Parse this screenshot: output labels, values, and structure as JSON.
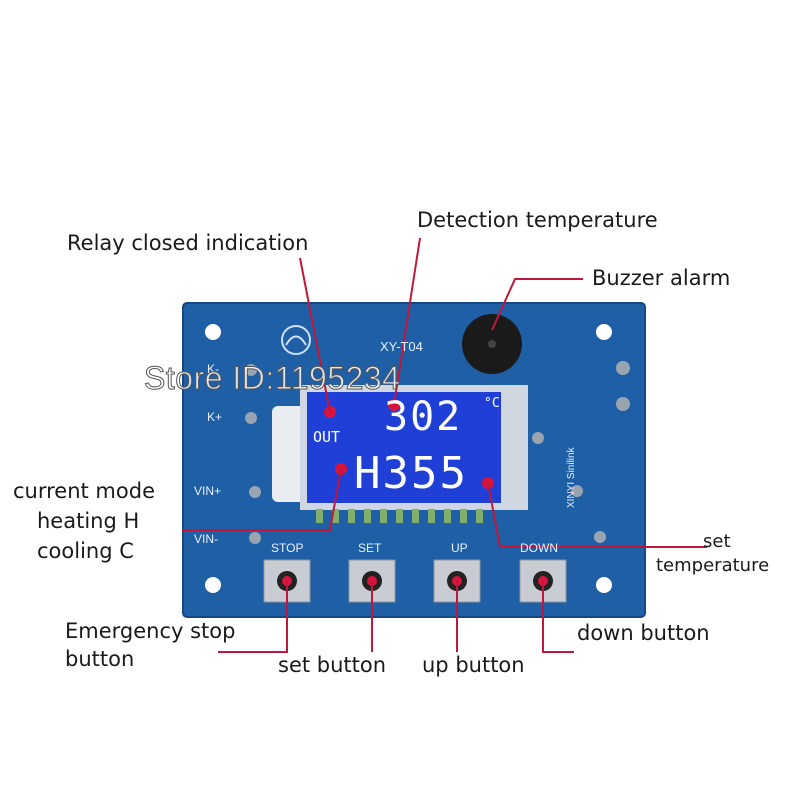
{
  "callouts": {
    "relay": "Relay closed indication",
    "detection": "Detection temperature",
    "buzzer": "Buzzer alarm",
    "mode_line1": "current mode",
    "mode_line2": "heating H",
    "mode_line3": "cooling C",
    "set_temp_line1": "set",
    "set_temp_line2": "temperature",
    "stop_line1": "Emergency stop",
    "stop_line2": "button",
    "set_button": "set button",
    "up_button": "up button",
    "down_button": "down button"
  },
  "board": {
    "model": "XY-T04",
    "brand": "XINYI Sinilink",
    "pins": {
      "k_minus": "K-",
      "k_plus": "K+",
      "vin_plus": "VIN+",
      "vin_minus": "VIN-"
    },
    "buttons": [
      "STOP",
      "SET",
      "UP",
      "DOWN"
    ]
  },
  "lcd": {
    "out": "OUT",
    "detected": "302",
    "unit": "°C",
    "mode_setpoint": "H355"
  },
  "watermark": "Store ID:1195234",
  "colors": {
    "board": "#1f5fa6",
    "lcd": "#1f3fd6",
    "leader": "#c0183c"
  }
}
